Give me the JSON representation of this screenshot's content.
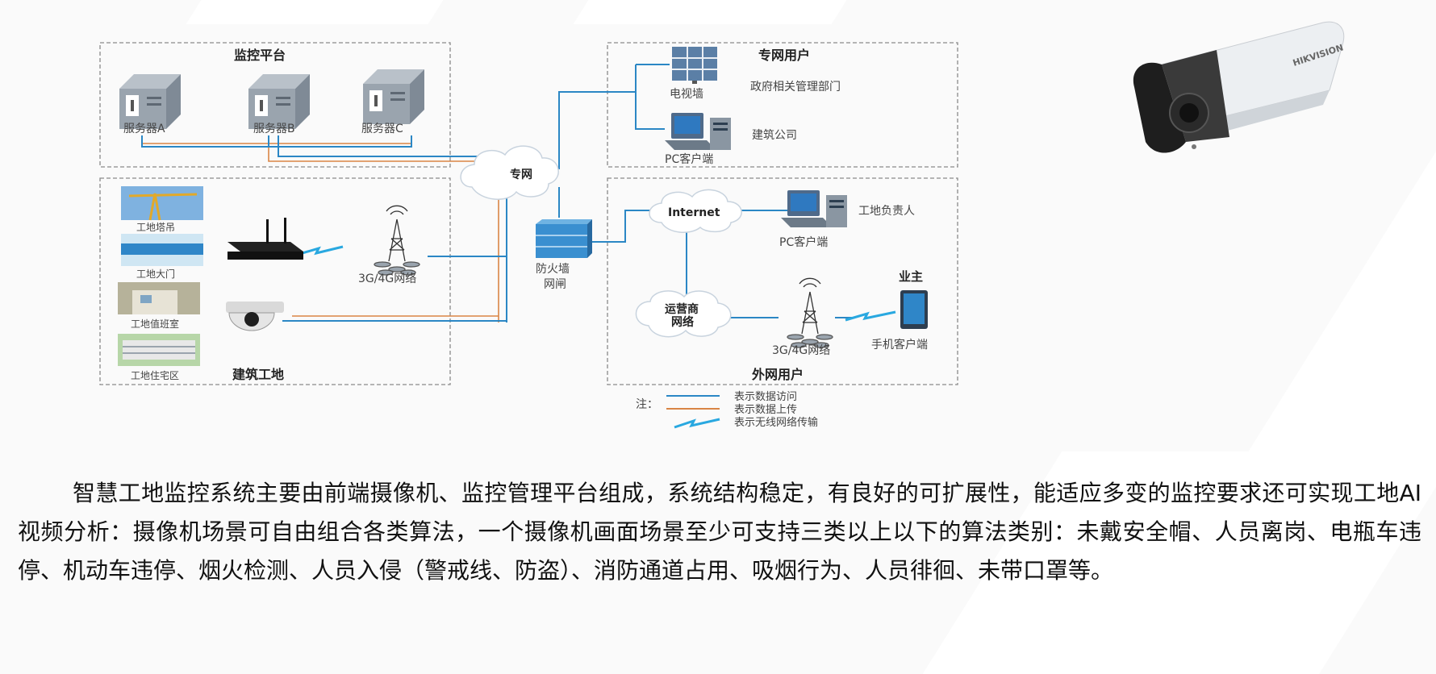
{
  "platform": {
    "title": "监控平台",
    "servers": [
      "服务器A",
      "服务器B",
      "服务器C"
    ]
  },
  "private_users": {
    "title": "专网用户",
    "tv_wall_label": "电视墙",
    "government_label": "政府相关管理部门",
    "pc_label": "PC客户端",
    "company_label": "建筑公司"
  },
  "private_network_label": "专网",
  "site": {
    "title": "建筑工地",
    "items": [
      "工地塔吊",
      "工地大门",
      "工地值班室",
      "工地住宅区"
    ],
    "network_label": "3G/4G网络"
  },
  "firewall": {
    "line1": "防火墙",
    "line2": "网闸"
  },
  "external": {
    "title": "外网用户",
    "internet_label": "Internet",
    "pc_label": "PC客户端",
    "site_manager_label": "工地负责人",
    "carrier_line1": "运营商",
    "carrier_line2": "网络",
    "network_label": "3G/4G网络",
    "owner_label": "业主",
    "mobile_label": "手机客户端"
  },
  "legend": {
    "note": "注：",
    "items": [
      "表示数据访问",
      "表示数据上传",
      "表示无线网络传输"
    ]
  },
  "camera_brand": "HIKVISION",
  "colors": {
    "data_access": "#2b87c5",
    "data_upload": "#d98545",
    "wireless": "#29a8e0"
  },
  "paragraph": "智慧工地监控系统主要由前端摄像机、监控管理平台组成，系统结构稳定，有良好的可扩展性，能适应多变的监控要求还可实现工地AI视频分析：摄像机场景可自由组合各类算法，一个摄像机画面场景至少可支持三类以上以下的算法类别：未戴安全帽、人员离岗、电瓶车违停、机动车违停、烟火检测、人员入侵（警戒线、防盗）、消防通道占用、吸烟行为、人员徘徊、未带口罩等。"
}
